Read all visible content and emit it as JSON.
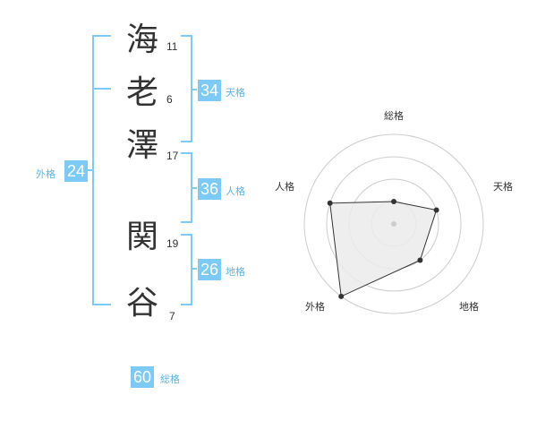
{
  "name_chars": [
    {
      "char": "海",
      "strokes": "11"
    },
    {
      "char": "老",
      "strokes": "6"
    },
    {
      "char": "澤",
      "strokes": "17"
    },
    {
      "char": "関",
      "strokes": "19"
    },
    {
      "char": "谷",
      "strokes": "7"
    }
  ],
  "kaku": {
    "tenkaku": {
      "value": "34",
      "label": "天格"
    },
    "jinkaku": {
      "value": "36",
      "label": "人格"
    },
    "chikaku": {
      "value": "26",
      "label": "地格"
    },
    "gaikaku": {
      "value": "24",
      "label": "外格"
    },
    "soukaku": {
      "value": "60",
      "label": "総格"
    }
  },
  "chart_data": {
    "type": "radar",
    "axes": [
      "総格",
      "天格",
      "地格",
      "外格",
      "人格"
    ],
    "values": [
      1,
      2,
      2,
      4,
      3
    ],
    "max": 4,
    "rings": 4
  },
  "colors": {
    "accent": "#7ccaf5",
    "bracket": "#7ccaf5",
    "label_text": "#5ab4e8",
    "ring": "#cccccc",
    "polygon_fill": "#ebebeb",
    "polygon_stroke": "#333333"
  }
}
